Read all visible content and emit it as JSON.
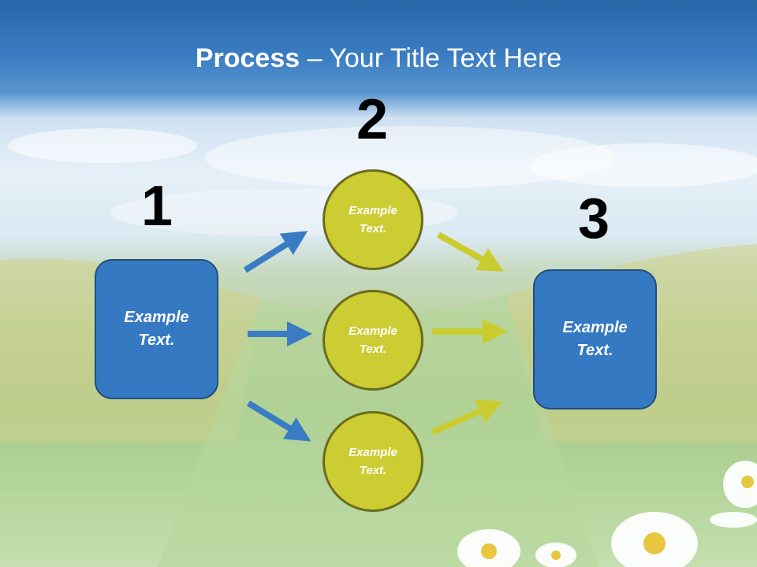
{
  "title": {
    "bold": "Process",
    "rest": " – Your Title Text Here"
  },
  "steps": {
    "step1": {
      "number": "1",
      "label": "Example\nText."
    },
    "step2": {
      "number": "2"
    },
    "step3": {
      "number": "3",
      "label": "Example\nText."
    }
  },
  "circles": [
    {
      "label": "Example\nText."
    },
    {
      "label": "Example\nText."
    },
    {
      "label": "Example\nText."
    }
  ],
  "colors": {
    "box_fill": "#3579c3",
    "box_border": "#214d7a",
    "circle_fill": "#cccc33",
    "circle_border": "#6b6b1e",
    "arrow_blue": "#3a7cc4",
    "arrow_yellow": "#c8cc2e"
  },
  "icons": {
    "blue_arrows": "arrow-right-icon",
    "yellow_arrows": "arrow-right-icon"
  }
}
